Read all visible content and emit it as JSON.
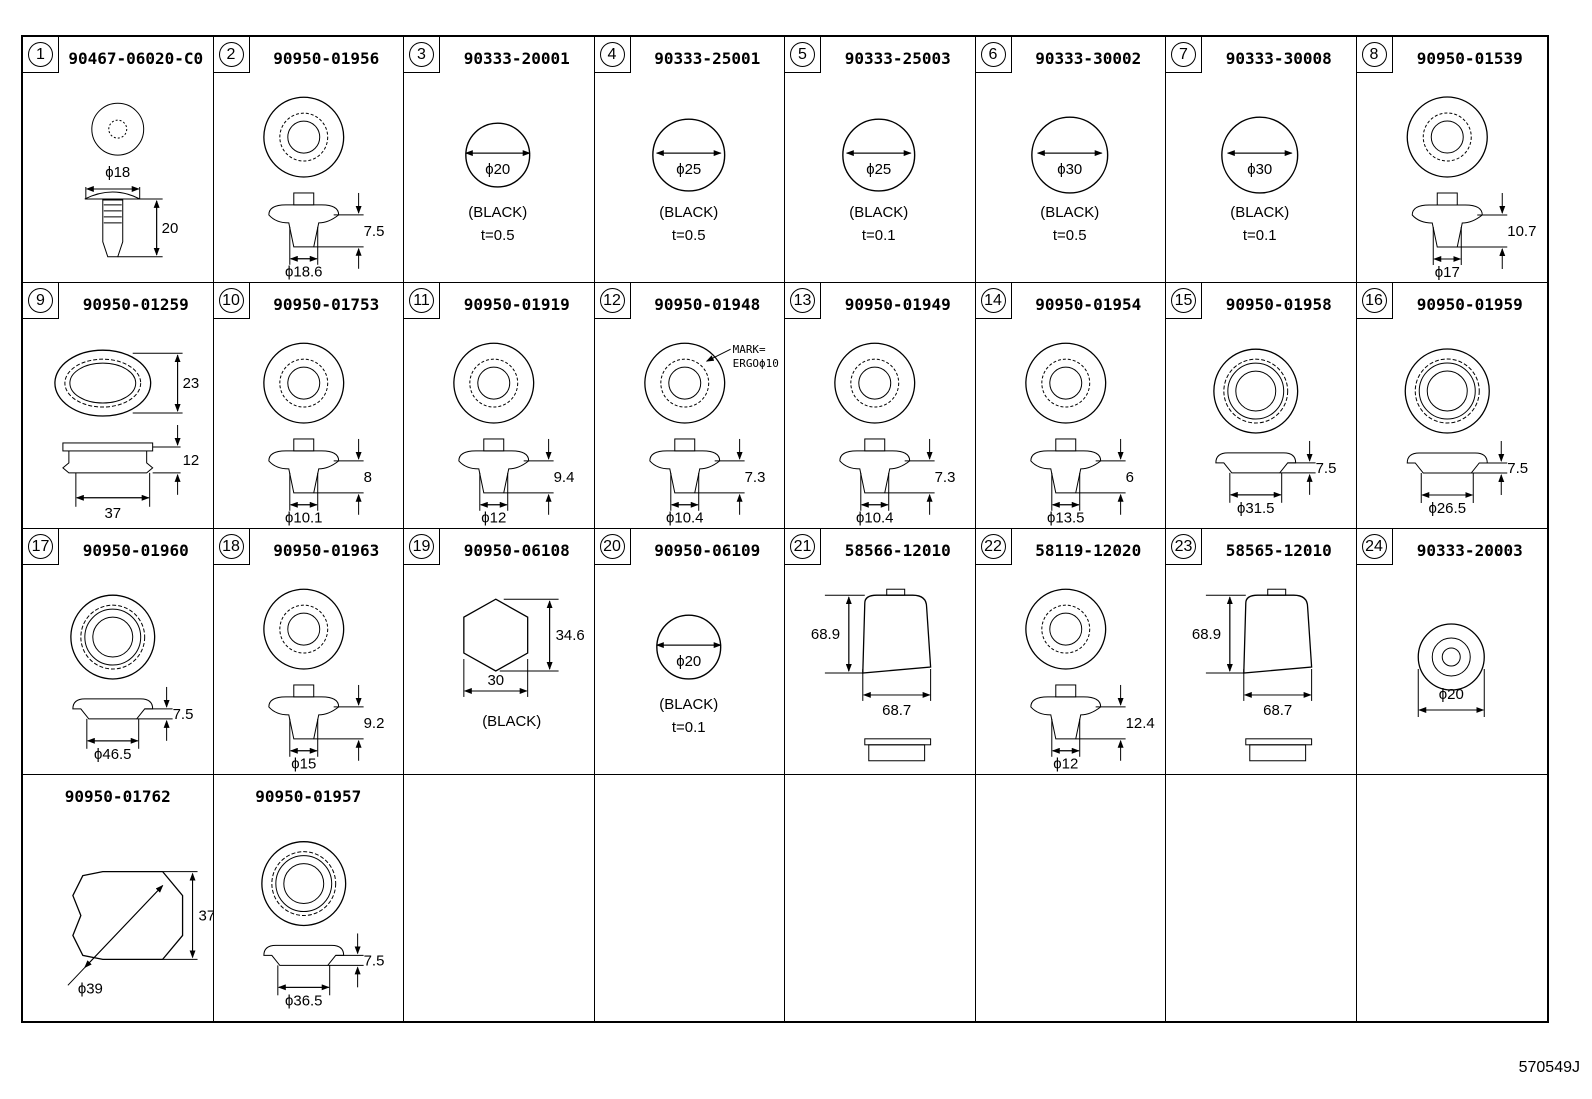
{
  "diagram": {
    "type": "parts-catalog-grid",
    "columns": 8,
    "rows": 4,
    "reference_code": "570549J",
    "parts": [
      {
        "index": "1",
        "part_number": "90467-06020-C0",
        "shape": "clip",
        "dims": {
          "diameter": "ϕ18",
          "height": "20"
        }
      },
      {
        "index": "2",
        "part_number": "90950-01956",
        "shape": "plug",
        "dims": {
          "height": "7.5",
          "diameter": "ϕ18.6"
        }
      },
      {
        "index": "3",
        "part_number": "90333-20001",
        "shape": "tape-circle",
        "dims": {
          "diameter": "ϕ20"
        },
        "color": "(BLACK)",
        "thickness": "t=0.5"
      },
      {
        "index": "4",
        "part_number": "90333-25001",
        "shape": "tape-circle",
        "dims": {
          "diameter": "ϕ25"
        },
        "color": "(BLACK)",
        "thickness": "t=0.5"
      },
      {
        "index": "5",
        "part_number": "90333-25003",
        "shape": "tape-circle",
        "dims": {
          "diameter": "ϕ25"
        },
        "color": "(BLACK)",
        "thickness": "t=0.1"
      },
      {
        "index": "6",
        "part_number": "90333-30002",
        "shape": "tape-circle",
        "dims": {
          "diameter": "ϕ30"
        },
        "color": "(BLACK)",
        "thickness": "t=0.5"
      },
      {
        "index": "7",
        "part_number": "90333-30008",
        "shape": "tape-circle",
        "dims": {
          "diameter": "ϕ30"
        },
        "color": "(BLACK)",
        "thickness": "t=0.1"
      },
      {
        "index": "8",
        "part_number": "90950-01539",
        "shape": "plug",
        "dims": {
          "height": "10.7",
          "diameter": "ϕ17"
        }
      },
      {
        "index": "9",
        "part_number": "90950-01259",
        "shape": "oval-grommet",
        "dims": {
          "width": "23",
          "height": "12",
          "length": "37"
        }
      },
      {
        "index": "10",
        "part_number": "90950-01753",
        "shape": "plug",
        "dims": {
          "height": "8",
          "diameter": "ϕ10.1"
        }
      },
      {
        "index": "11",
        "part_number": "90950-01919",
        "shape": "plug",
        "dims": {
          "height": "9.4",
          "diameter": "ϕ12"
        }
      },
      {
        "index": "12",
        "part_number": "90950-01948",
        "shape": "plug",
        "dims": {
          "height": "7.3",
          "diameter": "ϕ10.4"
        },
        "note": "MARK=\nERGOϕ10",
        "note_line1": "MARK=",
        "note_line2": "ERGOϕ10"
      },
      {
        "index": "13",
        "part_number": "90950-01949",
        "shape": "plug",
        "dims": {
          "height": "7.3",
          "diameter": "ϕ10.4"
        }
      },
      {
        "index": "14",
        "part_number": "90950-01954",
        "shape": "plug",
        "dims": {
          "height": "6",
          "diameter": "ϕ13.5"
        }
      },
      {
        "index": "15",
        "part_number": "90950-01958",
        "shape": "flat-plug",
        "dims": {
          "height": "7.5",
          "diameter": "ϕ31.5"
        }
      },
      {
        "index": "16",
        "part_number": "90950-01959",
        "shape": "flat-plug",
        "dims": {
          "height": "7.5",
          "diameter": "ϕ26.5"
        }
      },
      {
        "index": "17",
        "part_number": "90950-01960",
        "shape": "flat-plug",
        "dims": {
          "height": "7.5",
          "diameter": "ϕ46.5"
        }
      },
      {
        "index": "18",
        "part_number": "90950-01963",
        "shape": "plug",
        "dims": {
          "height": "9.2",
          "diameter": "ϕ15"
        }
      },
      {
        "index": "19",
        "part_number": "90950-06108",
        "shape": "hexagon",
        "dims": {
          "height": "34.6",
          "width": "30"
        },
        "color": "(BLACK)"
      },
      {
        "index": "20",
        "part_number": "90950-06109",
        "shape": "tape-circle",
        "dims": {
          "diameter": "ϕ20"
        },
        "color": "(BLACK)",
        "thickness": "t=0.1"
      },
      {
        "index": "21",
        "part_number": "58566-12010",
        "shape": "cover",
        "dims": {
          "height": "68.9",
          "width": "68.7"
        }
      },
      {
        "index": "22",
        "part_number": "58119-12020",
        "shape": "plug",
        "dims": {
          "height": "12.4",
          "diameter": "ϕ12"
        }
      },
      {
        "index": "23",
        "part_number": "58565-12010",
        "shape": "cover",
        "dims": {
          "height": "68.9",
          "width": "68.7"
        }
      },
      {
        "index": "24",
        "part_number": "90333-20003",
        "shape": "washer",
        "dims": {
          "diameter": "ϕ20"
        }
      },
      {
        "index": "",
        "part_number": "90950-01762",
        "shape": "split-grommet",
        "dims": {
          "height": "37",
          "diameter": "ϕ39"
        }
      },
      {
        "index": "",
        "part_number": "90950-01957",
        "shape": "flat-plug",
        "dims": {
          "height": "7.5",
          "diameter": "ϕ36.5"
        }
      }
    ]
  }
}
